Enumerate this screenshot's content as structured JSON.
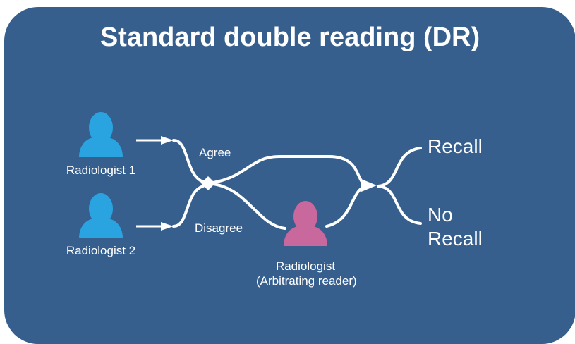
{
  "title": "Standard double reading (DR)",
  "readers": [
    {
      "label": "Radiologist 1",
      "color": "#2aa4e0",
      "icon": "person-icon"
    },
    {
      "label": "Radiologist 2",
      "color": "#2aa4e0",
      "icon": "person-icon"
    }
  ],
  "arbiter": {
    "line1": "Radiologist",
    "line2": "(Arbitrating reader)",
    "color": "#c9689d",
    "icon": "person-icon"
  },
  "paths": {
    "agree": "Agree",
    "disagree": "Disagree"
  },
  "outcomes": {
    "recall": "Recall",
    "no_recall_line1": "No",
    "no_recall_line2": "Recall"
  },
  "colors": {
    "background": "#365f8e",
    "line": "#ffffff",
    "text": "#ffffff"
  }
}
